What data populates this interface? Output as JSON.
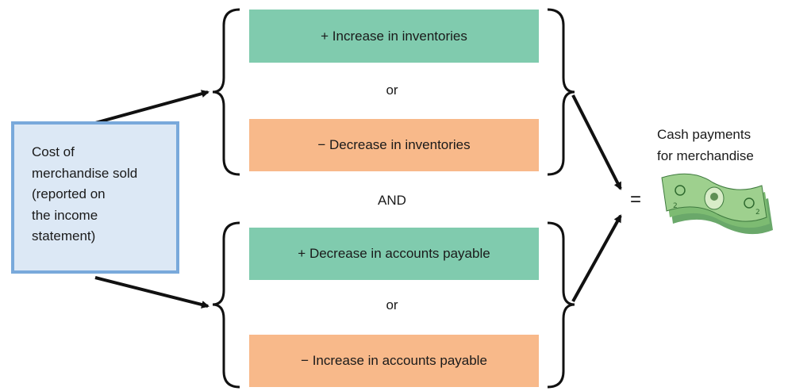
{
  "source": {
    "lines": [
      "Cost of",
      "merchandise sold",
      "(reported on",
      "the income",
      "statement)"
    ]
  },
  "inventories": {
    "increase": "+ Increase in inventories",
    "or": "or",
    "decrease": "− Decrease in inventories"
  },
  "connector": "AND",
  "payables": {
    "decrease": "+ Decrease in accounts payable",
    "or": "or",
    "increase": "− Increase in accounts payable"
  },
  "result": {
    "equals": "=",
    "lines": [
      "Cash payments",
      "for merchandise"
    ],
    "icon": "money-stack-icon"
  },
  "colors": {
    "add_box": "#80cbae",
    "subtract_box": "#f8b98a",
    "source_fill": "#dce8f5",
    "source_border": "#79a9db"
  }
}
